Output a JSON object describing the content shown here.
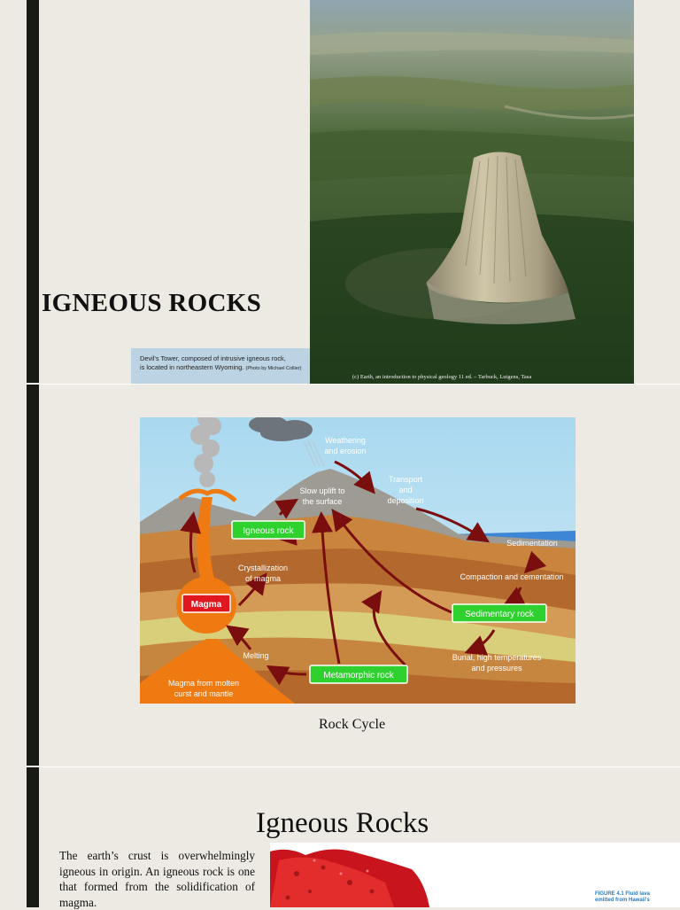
{
  "slide1": {
    "title": "IGNEOUS ROCKS",
    "caption_line1": "Devil's Tower, composed of intrusive igneous rock,",
    "caption_line2": "is located in northeastern Wyoming.",
    "caption_credit": "(Photo by Michael Collier)",
    "copyright": "(c) Earth, an introduction to physical geology 11 ed. – Tarbuck, Lutgens, Tasa"
  },
  "slide2": {
    "caption": "Rock Cycle",
    "diagram": {
      "weathering": [
        "Weathering",
        "and erosion"
      ],
      "transport": [
        "Transport",
        "and",
        "deposition"
      ],
      "uplift": [
        "Slow uplift to",
        "the surface"
      ],
      "igneous_rock": "Igneous rock",
      "sedimentation": "Sedimentation",
      "crystallization": [
        "Crystallization",
        "of magma"
      ],
      "compaction": "Compaction and cementation",
      "magma": "Magma",
      "sedimentary_rock": "Sedimentary rock",
      "melting": "Melting",
      "burial": [
        "Burial, high temperatures",
        "and pressures"
      ],
      "metamorphic_rock": "Metamorphic rock",
      "magma_source": [
        "Magma from molten",
        "curst and mantle"
      ]
    }
  },
  "slide3": {
    "title": "Igneous Rocks",
    "body": "The earth’s crust is overwhelmingly igneous in origin. An igneous rock is one that formed from the solidification of magma.",
    "figure_caption": [
      "FIGURE 4.1 Fluid lava",
      "emitted from Hawaii's"
    ]
  },
  "colors": {
    "background": "#edeae3",
    "bar": "#1a1a14",
    "label_green": "#2fd12f",
    "label_red": "#e0171f",
    "arrow": "#7a0e0e",
    "caption_box": "#bcd3e3"
  }
}
